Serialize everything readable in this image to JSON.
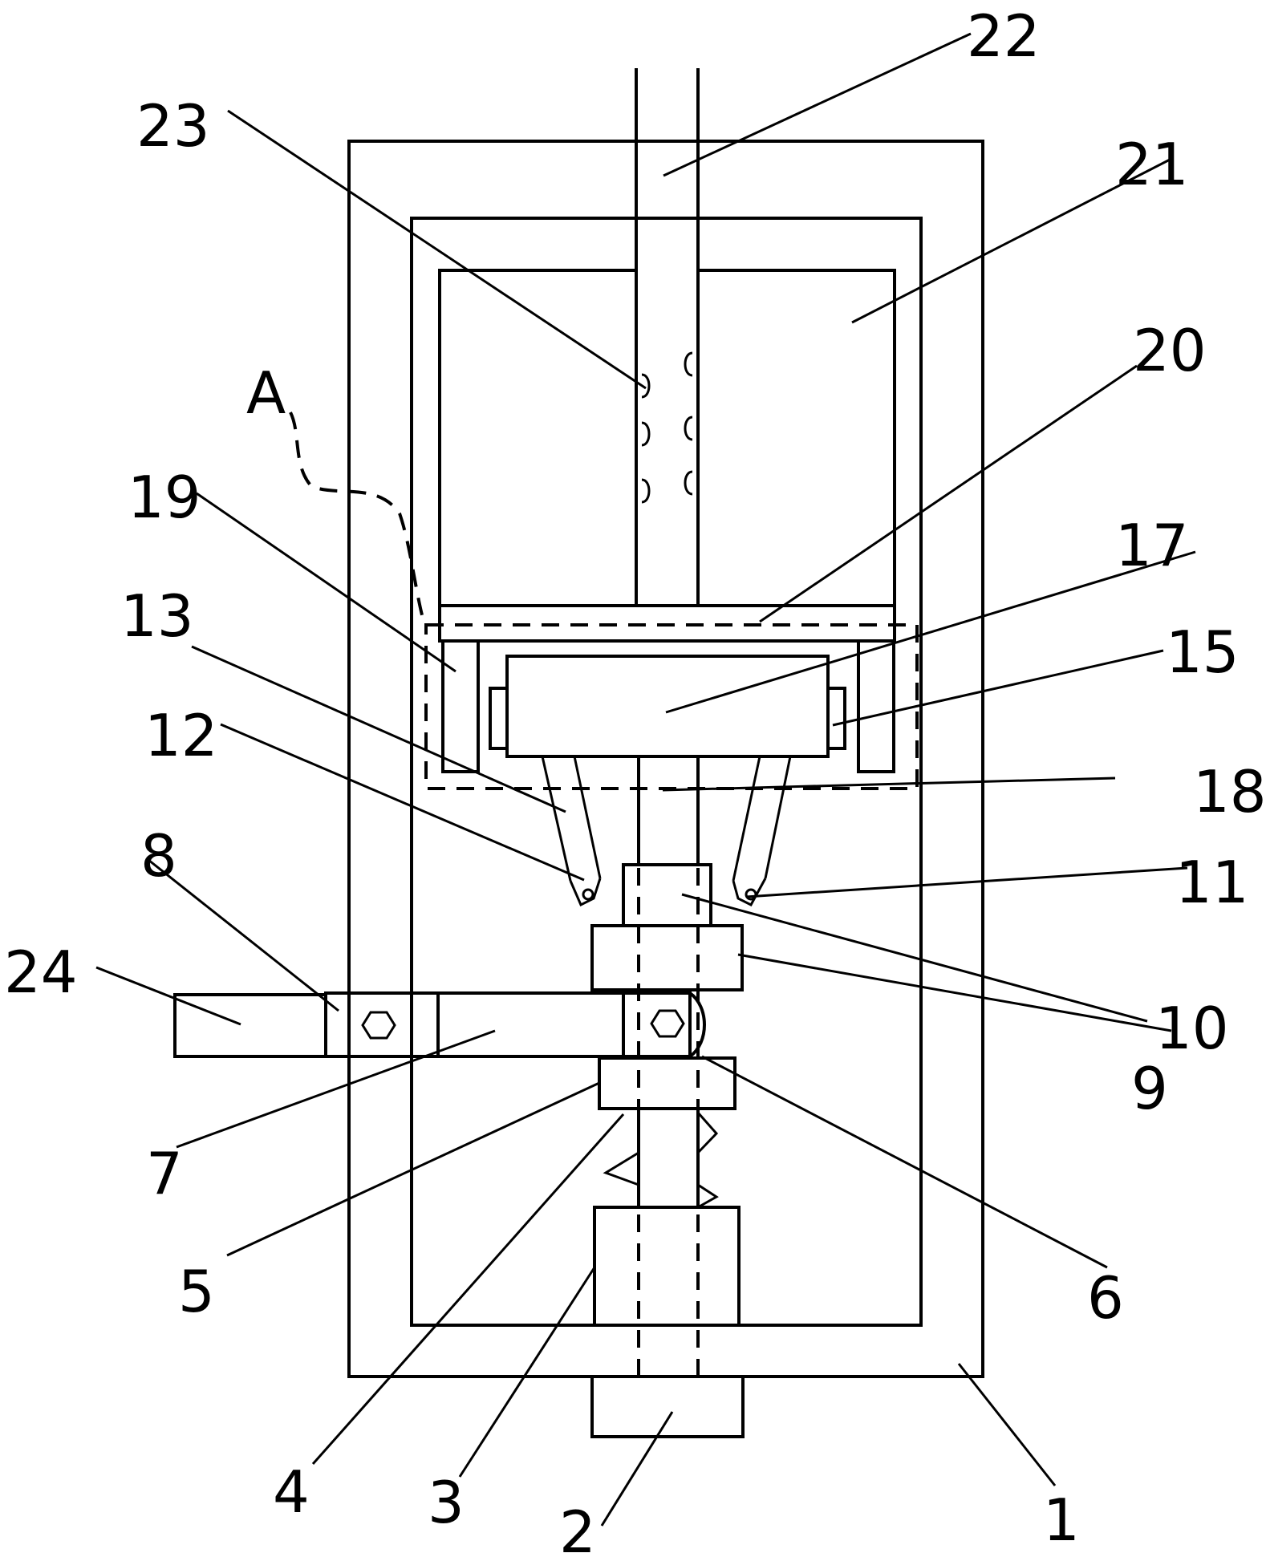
{
  "diagram": {
    "labels": [
      {
        "id": "label-1",
        "text": "1"
      },
      {
        "id": "label-2",
        "text": "2"
      },
      {
        "id": "label-3",
        "text": "3"
      },
      {
        "id": "label-4",
        "text": "4"
      },
      {
        "id": "label-5",
        "text": "5"
      },
      {
        "id": "label-6",
        "text": "6"
      },
      {
        "id": "label-7",
        "text": "7"
      },
      {
        "id": "label-8",
        "text": "8"
      },
      {
        "id": "label-9",
        "text": "9"
      },
      {
        "id": "label-10",
        "text": "10"
      },
      {
        "id": "label-11",
        "text": "11"
      },
      {
        "id": "label-12",
        "text": "12"
      },
      {
        "id": "label-13",
        "text": "13"
      },
      {
        "id": "label-15",
        "text": "15"
      },
      {
        "id": "label-17",
        "text": "17"
      },
      {
        "id": "label-18",
        "text": "18"
      },
      {
        "id": "label-19",
        "text": "19"
      },
      {
        "id": "label-20",
        "text": "20"
      },
      {
        "id": "label-21",
        "text": "21"
      },
      {
        "id": "label-22",
        "text": "22"
      },
      {
        "id": "label-23",
        "text": "23"
      },
      {
        "id": "label-24",
        "text": "24"
      },
      {
        "id": "label-A",
        "text": "A"
      }
    ]
  }
}
